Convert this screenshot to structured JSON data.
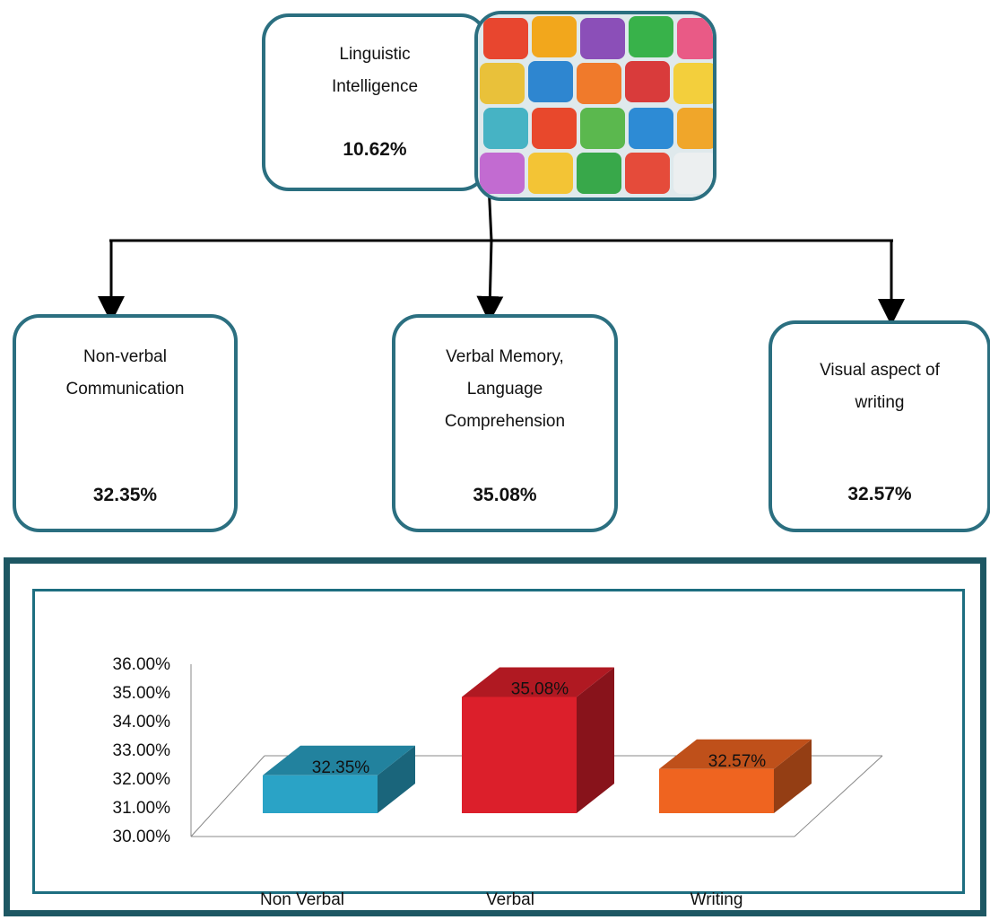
{
  "top": {
    "title_line1": "Linguistic",
    "title_line2": "Intelligence",
    "value": "10.62%"
  },
  "children": [
    {
      "line1": "Non-verbal",
      "line2": "Communication",
      "line3": "",
      "value": "32.35%"
    },
    {
      "line1": "Verbal Memory,",
      "line2": "Language",
      "line3": "Comprehension",
      "value": "35.08%"
    },
    {
      "line1": "Visual aspect of",
      "line2": "writing",
      "line3": "",
      "value": "32.57%"
    }
  ],
  "colors": {
    "box_border": "#2b6f80",
    "frame": "#1d5763"
  },
  "picture": {
    "icon": "alphabet-blocks-image"
  },
  "chart_data": {
    "type": "bar",
    "style": "3d",
    "categories": [
      "Non Verbal",
      "Verbal",
      "Writing"
    ],
    "values": [
      32.35,
      35.08,
      32.57
    ],
    "data_labels": [
      "32.35%",
      "35.08%",
      "32.57%"
    ],
    "colors": [
      "#2aa3c6",
      "#dc1f2b",
      "#ef6420"
    ],
    "ylim": [
      30,
      36
    ],
    "yticks": [
      "30.00%",
      "31.00%",
      "32.00%",
      "33.00%",
      "34.00%",
      "35.00%",
      "36.00%"
    ],
    "grid": false,
    "legend": "none",
    "title": "",
    "xlabel": "",
    "ylabel": ""
  }
}
